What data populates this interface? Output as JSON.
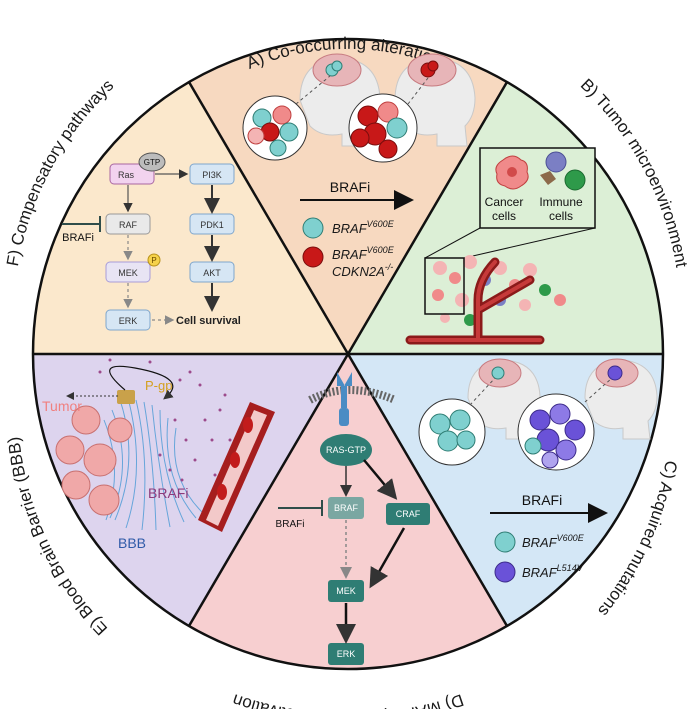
{
  "sections": {
    "a": {
      "title": "A) Co-occurring alterations",
      "drug": "BRAFi",
      "legend": [
        {
          "base": "BRAF",
          "sup": "V600E",
          "line2": "",
          "color": "#7fd0cf"
        },
        {
          "base": "BRAF",
          "sup": "V600E",
          "line2": "CDKN2A",
          "line2_sup": "-/-",
          "color": "#c81818"
        }
      ]
    },
    "b": {
      "title": "B) Tumor microenvironment",
      "cancer": [
        "Cancer",
        "cells"
      ],
      "immune": [
        "Immune",
        "cells"
      ]
    },
    "c": {
      "title": "C) Acquired mutations",
      "drug": "BRAFi",
      "legend": [
        {
          "base": "BRAF",
          "sup": "V600E",
          "color": "#7fd0cf"
        },
        {
          "base": "BRAF",
          "sup": "L514V",
          "color": "#6a52d8"
        }
      ]
    },
    "d": {
      "title": "D) MAPK pathway reactivation",
      "ras_gtp": "RAS-GTP",
      "braf": "BRAF",
      "craf": "CRAF",
      "mek": "MEK",
      "erk": "ERK",
      "drug": "BRAFi"
    },
    "e": {
      "title": "E) Blood Brain Barrier (BBB)",
      "pgp": "P-gp",
      "tumor": "Tumor",
      "drug": "BRAFi",
      "bbb": "BBB"
    },
    "f": {
      "title": "F) Compensatory pathways",
      "ras": "Ras",
      "gtp": "GTP",
      "raf": "RAF",
      "mek": "MEK",
      "p": "P",
      "erk": "ERK",
      "pi3k": "PI3K",
      "pdk1": "PDK1",
      "akt": "AKT",
      "survival": "Cell survival",
      "drug": "BRAFi"
    }
  },
  "colors": {
    "a_bg": "#f7d9c0",
    "b_bg": "#dcefd6",
    "c_bg": "#d4e7f6",
    "d_bg": "#f7cfd0",
    "e_bg": "#ddd4ee",
    "f_bg": "#fbe8cc",
    "teal_box": "#2f7d74"
  }
}
